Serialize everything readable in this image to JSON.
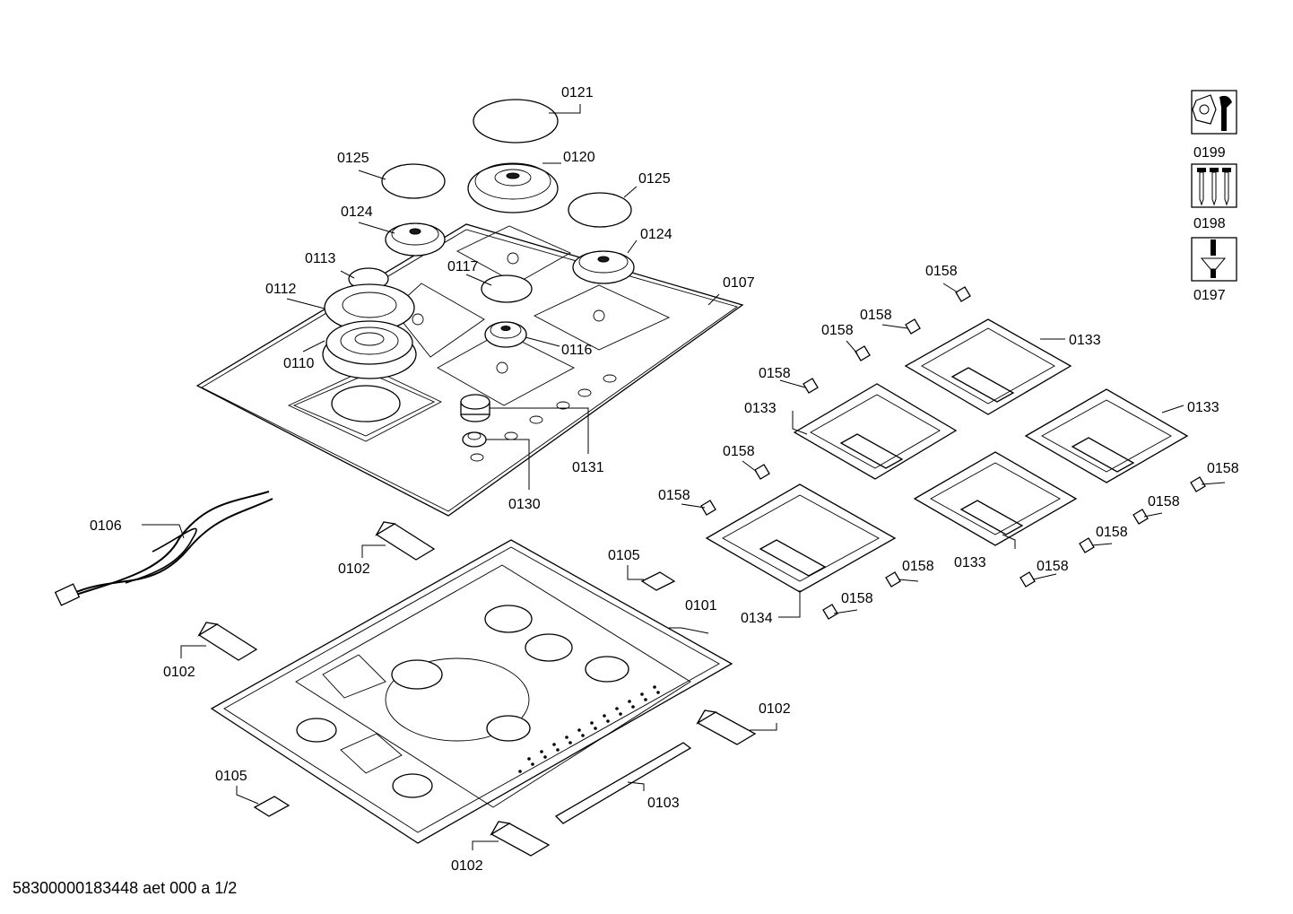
{
  "labels": {
    "l0121": "0121",
    "l0120": "0120",
    "l0125a": "0125",
    "l0125b": "0125",
    "l0124a": "0124",
    "l0124b": "0124",
    "l0113": "0113",
    "l0112": "0112",
    "l0117": "0117",
    "l0107": "0107",
    "l0110": "0110",
    "l0116": "0116",
    "l0131": "0131",
    "l0130": "0130",
    "l0106": "0106",
    "l0102a": "0102",
    "l0102b": "0102",
    "l0102c": "0102",
    "l0102d": "0102",
    "l0105a": "0105",
    "l0105b": "0105",
    "l0101": "0101",
    "l0103": "0103",
    "l0133a": "0133",
    "l0133b": "0133",
    "l0133c": "0133",
    "l0133d": "0133",
    "l0134": "0134",
    "l0158a": "0158",
    "l0158b": "0158",
    "l0158c": "0158",
    "l0158d": "0158",
    "l0158e": "0158",
    "l0158f": "0158",
    "l0158g": "0158",
    "l0158h": "0158",
    "l0158i": "0158",
    "l0158j": "0158",
    "l0158k": "0158",
    "l0199": "0199",
    "l0198": "0198",
    "l0197": "0197"
  },
  "footer": "58300000183448 aet 000 a 1/2",
  "icons": [
    "nut-wrench-icon",
    "screws-icon",
    "screwdriver-icon"
  ]
}
